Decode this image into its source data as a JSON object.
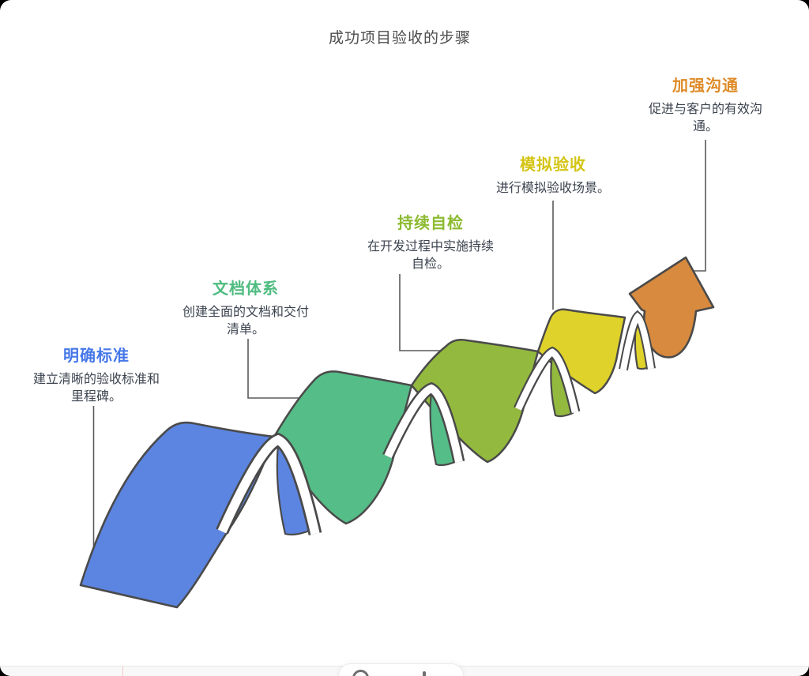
{
  "page": {
    "title": "成功项目验收的步骤"
  },
  "steps": [
    {
      "title": "明确标准",
      "description": "建立清晰的验收标准和里程碑。",
      "title_color": "#4678e8",
      "ribbon_color": "#5c85e1"
    },
    {
      "title": "文档体系",
      "description": "创建全面的文档和交付清单。",
      "title_color": "#4fbc80",
      "ribbon_color": "#55bd87"
    },
    {
      "title": "持续自检",
      "description": "在开发过程中实施持续自检。",
      "title_color": "#8cba30",
      "ribbon_color": "#93ba3e"
    },
    {
      "title": "模拟验收",
      "description": "进行模拟验收场景。",
      "title_color": "#d4c413",
      "ribbon_color": "#dfd22b"
    },
    {
      "title": "加强沟通",
      "description": "促进与客户的有效沟通。",
      "title_color": "#de8b28",
      "ribbon_color": "#d88a3e"
    }
  ],
  "colors": {
    "outline": "#4a4a4a",
    "connector": "#5a5a5a",
    "description_text": "#3c4450",
    "page_title_text": "#4c4c4c"
  }
}
